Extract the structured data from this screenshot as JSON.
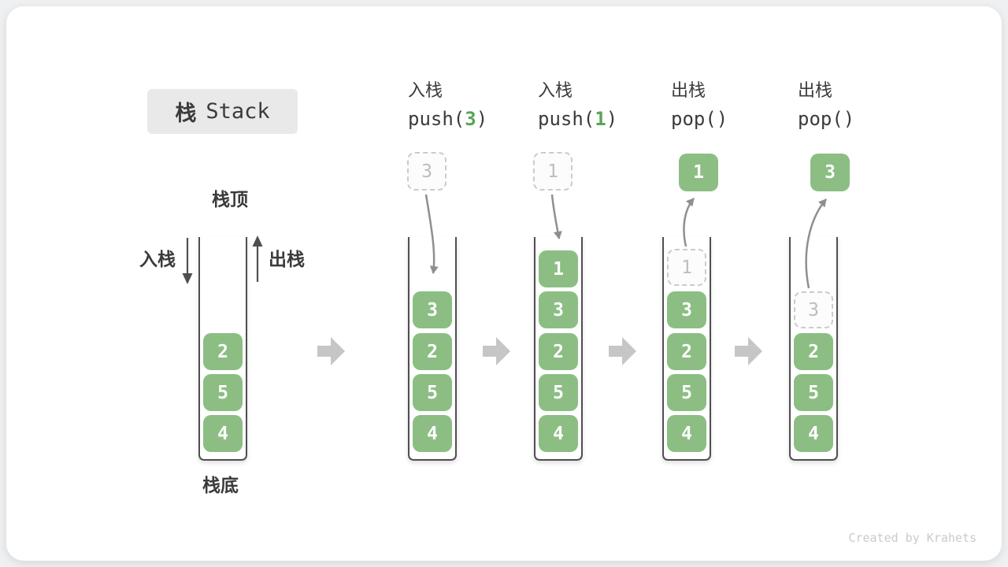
{
  "title": {
    "zh": "栈",
    "en": "Stack"
  },
  "legend": {
    "stack_top": "栈顶",
    "stack_bottom": "栈底",
    "push": "入栈",
    "pop": "出栈"
  },
  "watermark": "Created by Krahets",
  "colors": {
    "element_green": "#8CBE84",
    "code_arg_green": "#57A557",
    "text_dark": "#3B3B3B",
    "ghost_border": "#CBCBCB",
    "ghost_text": "#BDBDBD",
    "flow_arrow_gray": "#8F8F8F",
    "step_arrow_gray": "#C6C6C6",
    "container_stroke": "#4F4F4F",
    "title_bg": "#E9E9E9",
    "watermark_gray": "#CACACA"
  },
  "columns": [
    {
      "name": "initial-stack",
      "elements": [
        "2",
        "5",
        "4"
      ]
    },
    {
      "name": "push-3",
      "op": "入栈",
      "code_pre": "push(",
      "arg": "3",
      "code_post": ")",
      "staged": "3",
      "elements": [
        "3",
        "2",
        "5",
        "4"
      ]
    },
    {
      "name": "push-1",
      "op": "入栈",
      "code_pre": "push(",
      "arg": "1",
      "code_post": ")",
      "staged": "1",
      "elements": [
        "1",
        "3",
        "2",
        "5",
        "4"
      ]
    },
    {
      "name": "pop-1",
      "op": "出栈",
      "code": "pop()",
      "popped": "1",
      "ghost": "1",
      "elements": [
        "3",
        "2",
        "5",
        "4"
      ]
    },
    {
      "name": "pop-3",
      "op": "出栈",
      "code": "pop()",
      "popped": "3",
      "ghost": "3",
      "elements": [
        "2",
        "5",
        "4"
      ]
    }
  ]
}
